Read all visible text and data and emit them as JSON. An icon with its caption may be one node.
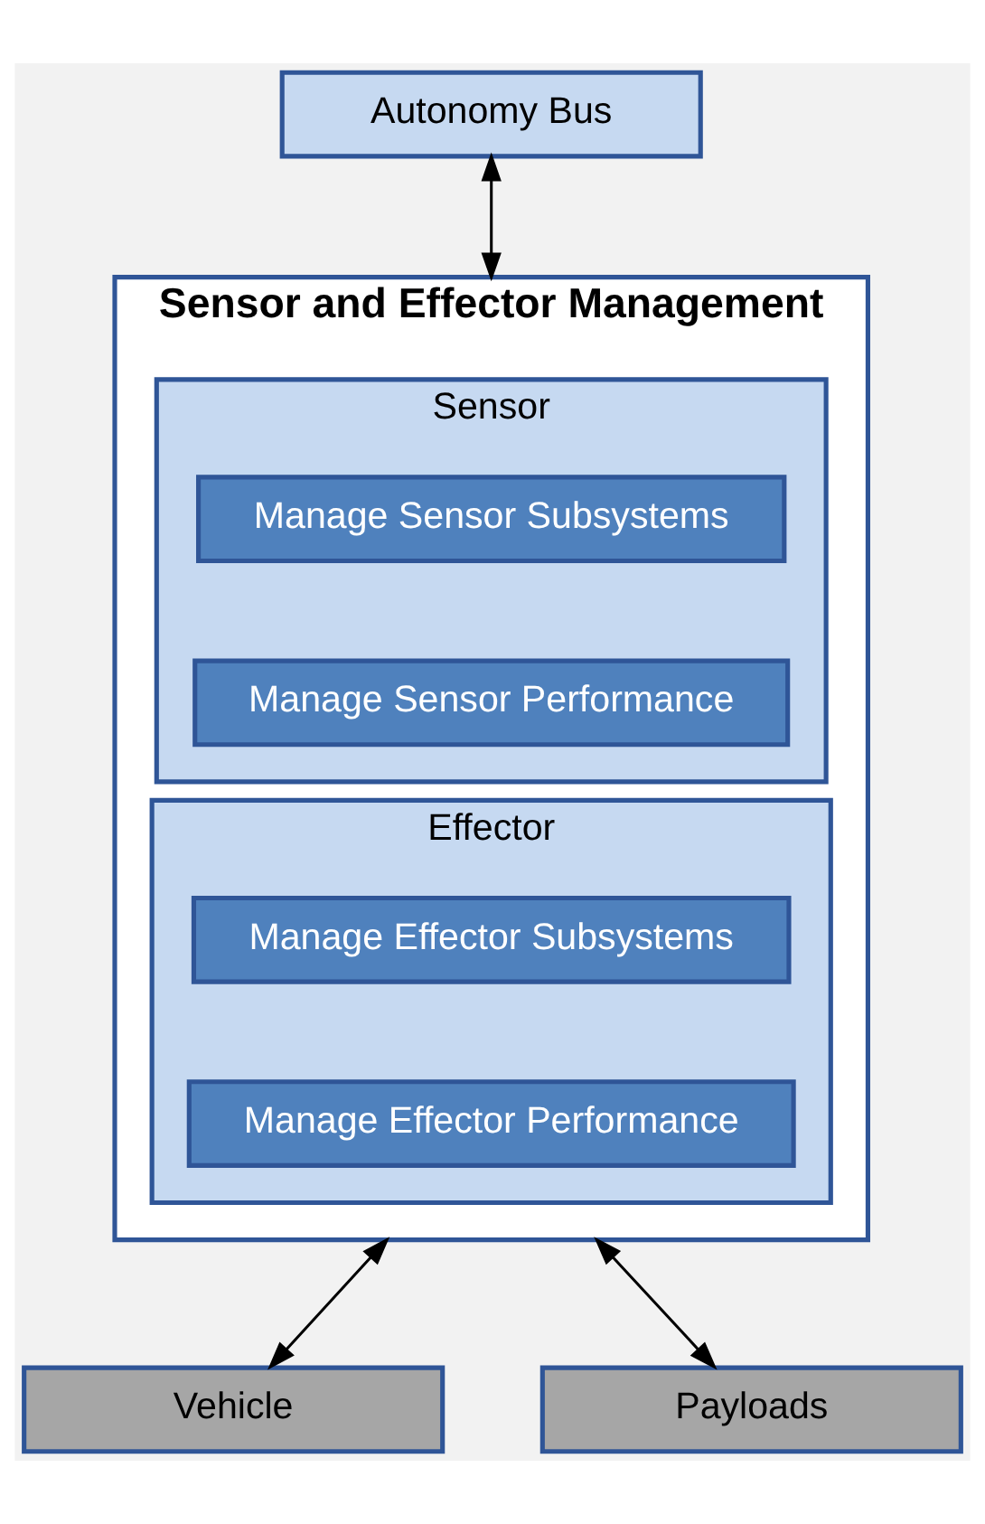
{
  "diagram": {
    "nodes": [
      {
        "text": [
          "Autonomy Bus"
        ]
      },
      {
        "text": [
          "Sensor and Effector Management"
        ]
      },
      {
        "text": [
          "Sensor"
        ],
        "in": 1
      },
      {
        "text": [
          "Manage Sensor Subsystems"
        ],
        "in": 2
      },
      {
        "text": [
          "Manage Sensor Performance"
        ],
        "in": 2
      },
      {
        "text": [
          "Effector"
        ],
        "in": 1
      },
      {
        "text": [
          "Manage Effector Subsystems"
        ],
        "in": 5
      },
      {
        "text": [
          "Manage Effector Performance"
        ],
        "in": 5
      },
      {
        "text": [
          "Vehicle"
        ]
      },
      {
        "text": [
          "Payloads"
        ]
      }
    ],
    "edges": [
      {
        "from": 0,
        "to": 1,
        "arrow": "both"
      },
      {
        "from": 1,
        "to": 8,
        "arrow": "both"
      },
      {
        "from": 1,
        "to": 9,
        "arrow": "both"
      }
    ]
  }
}
